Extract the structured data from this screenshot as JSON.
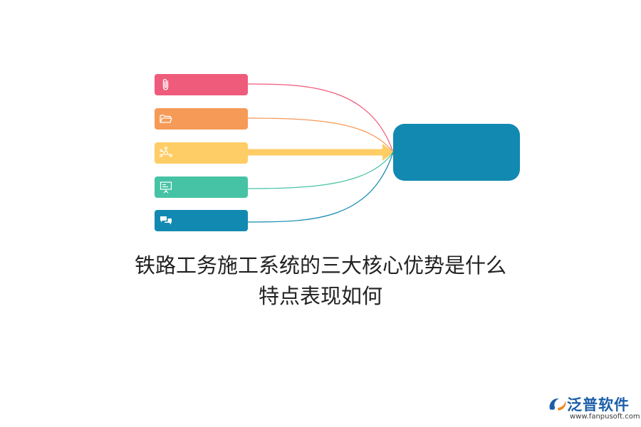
{
  "diagram": {
    "items": [
      {
        "icon": "paperclip-icon",
        "color": "#ef5b7b"
      },
      {
        "icon": "folder-icon",
        "color": "#f59a57"
      },
      {
        "icon": "network-icon",
        "color": "#fecd66"
      },
      {
        "icon": "presentation-board-icon",
        "color": "#46c3a5"
      },
      {
        "icon": "chat-bubbles-icon",
        "color": "#1289b0"
      }
    ],
    "hub": {
      "color": "#1289b0"
    },
    "highlighted_item": 3
  },
  "caption": {
    "line1": "铁路工务施工系统的三大核心优势是什么",
    "line2": "特点表现如何"
  },
  "brand": {
    "name": "泛普软件",
    "url": "www.fanpusoft.com",
    "colors": {
      "blue": "#1b5fa8",
      "orange": "#f08a1e"
    }
  }
}
